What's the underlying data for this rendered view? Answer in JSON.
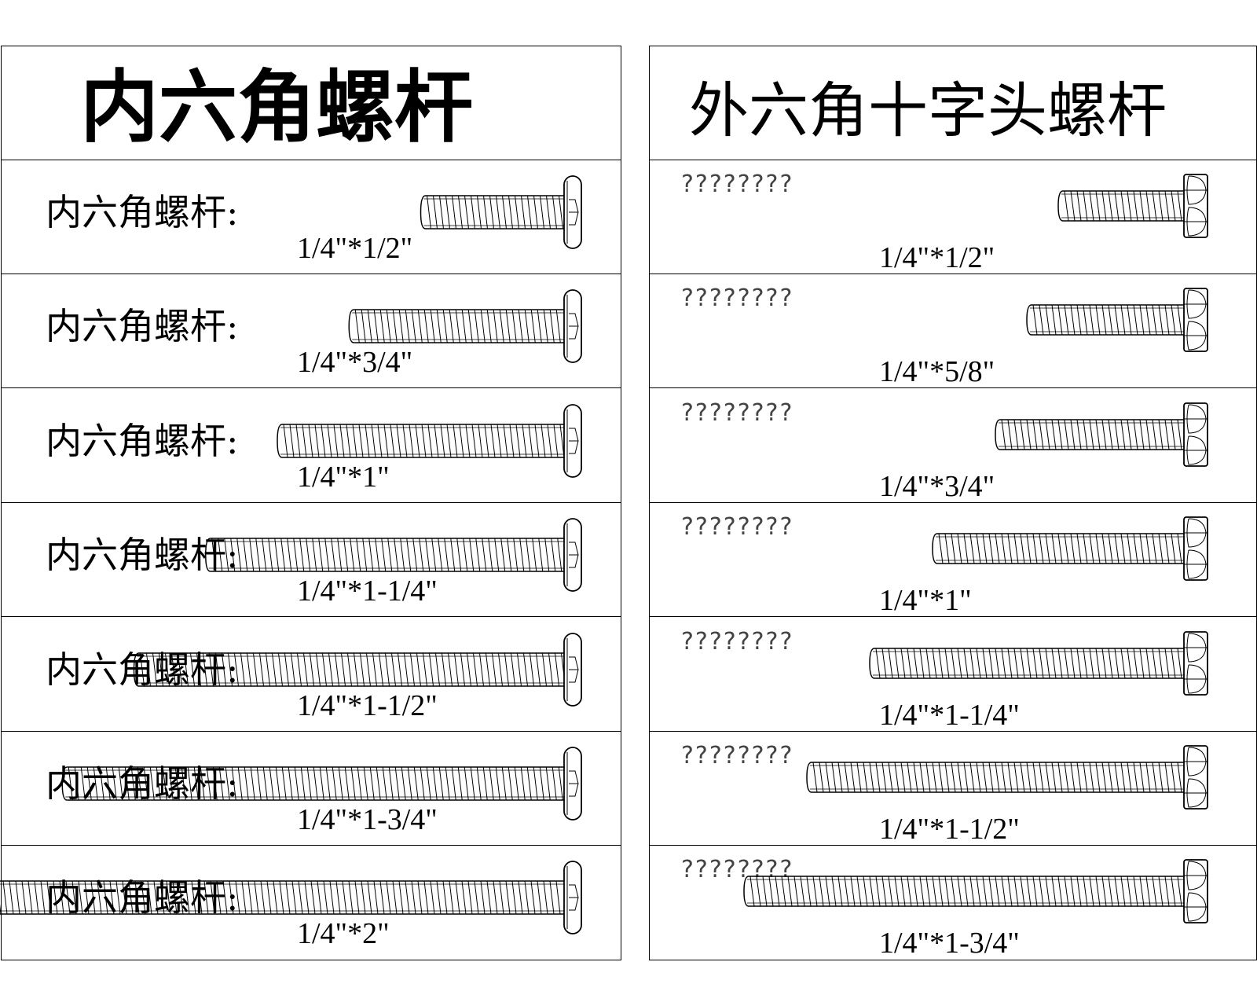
{
  "sections": [
    {
      "id": "socket",
      "title": "内六角螺杆",
      "head_icon": "socket-cap-head-icon",
      "rows": [
        {
          "label": "内六角螺杆:",
          "size": "1/4\"*1/2\"",
          "length_in": 0.5
        },
        {
          "label": "内六角螺杆:",
          "size": "1/4\"*3/4\"",
          "length_in": 0.75
        },
        {
          "label": "内六角螺杆:",
          "size": "1/4\"*1\"",
          "length_in": 1.0
        },
        {
          "label": "内六角螺杆:",
          "size": "1/4\"*1-1/4\"",
          "length_in": 1.25
        },
        {
          "label": "内六角螺杆:",
          "size": "1/4\"*1-1/2\"",
          "length_in": 1.5
        },
        {
          "label": "内六角螺杆:",
          "size": "1/4\"*1-3/4\"",
          "length_in": 1.75
        },
        {
          "label": "内六角螺杆:",
          "size": "1/4\"*2\"",
          "length_in": 2.0
        }
      ]
    },
    {
      "id": "hex",
      "title": "外六角十字头螺杆",
      "head_icon": "hex-head-icon",
      "rows": [
        {
          "label": "????????",
          "size": "1/4\"*1/2\"",
          "length_in": 0.5
        },
        {
          "label": "????????",
          "size": "1/4\"*5/8\"",
          "length_in": 0.625
        },
        {
          "label": "????????",
          "size": "1/4\"*3/4\"",
          "length_in": 0.75
        },
        {
          "label": "????????",
          "size": "1/4\"*1\"",
          "length_in": 1.0
        },
        {
          "label": "????????",
          "size": "1/4\"*1-1/4\"",
          "length_in": 1.25
        },
        {
          "label": "????????",
          "size": "1/4\"*1-1/2\"",
          "length_in": 1.5
        },
        {
          "label": "????????",
          "size": "1/4\"*1-3/4\"",
          "length_in": 1.75
        }
      ]
    }
  ]
}
